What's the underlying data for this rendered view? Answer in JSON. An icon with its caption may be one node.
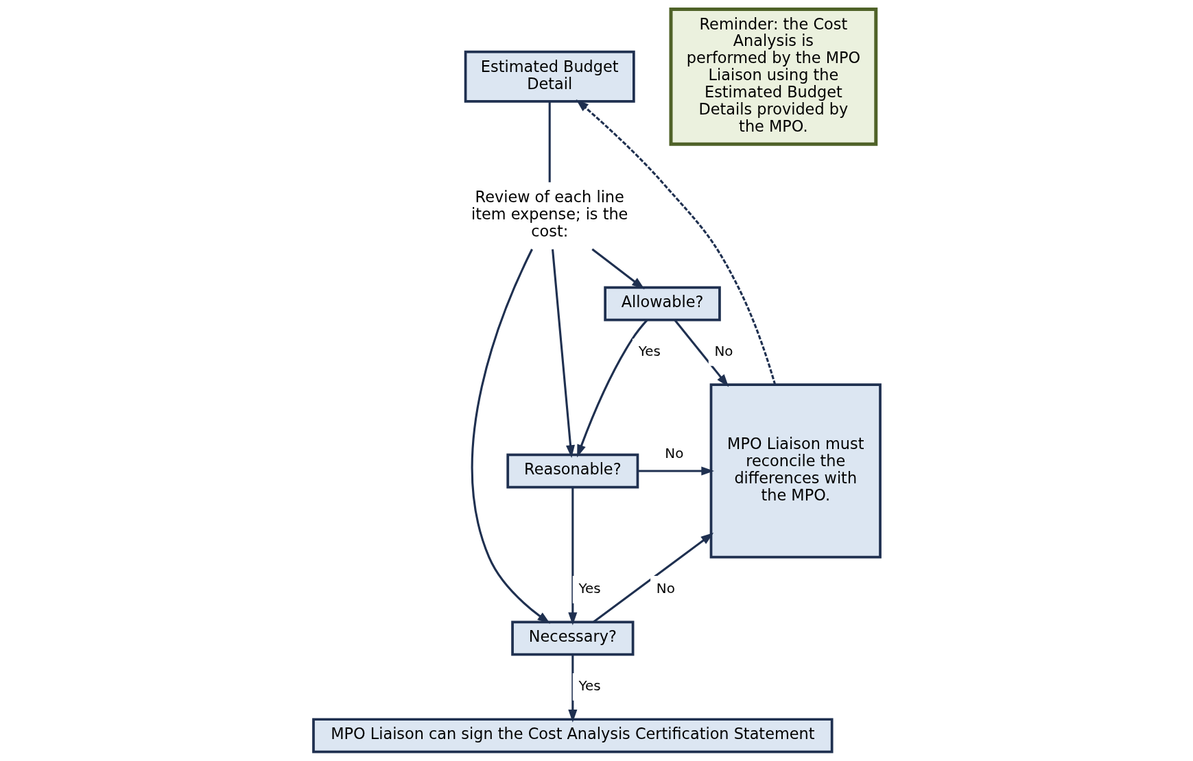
{
  "diagram": {
    "nodes": [
      {
        "text": [
          "Estimated Budget Detail"
        ]
      },
      {
        "text": [
          "Review of each line item expense; is the cost:"
        ]
      },
      {
        "text": [
          "Allowable?"
        ]
      },
      {
        "text": [
          "Reasonable?"
        ]
      },
      {
        "text": [
          "Necessary?"
        ]
      },
      {
        "text": [
          "MPO Liaison must reconcile the differences with the MPO."
        ]
      },
      {
        "text": [
          "MPO Liaison can sign the Cost Analysis Certification Statement"
        ]
      },
      {
        "text": [
          "Reminder: the Cost Analysis is performed by the MPO Liaison using the Estimated Budget Details provided by the MPO."
        ]
      }
    ],
    "edges": [
      {
        "from": 0,
        "to": 1,
        "arrow": "none"
      },
      {
        "from": 1,
        "to": 2,
        "arrow": "to"
      },
      {
        "from": 1,
        "to": 3,
        "arrow": "to"
      },
      {
        "from": 1,
        "to": 4,
        "arrow": "to"
      },
      {
        "from": 2,
        "to": 3,
        "arrow": "to",
        "label": "Yes"
      },
      {
        "from": 3,
        "to": 4,
        "arrow": "to",
        "label": "Yes"
      },
      {
        "from": 4,
        "to": 6,
        "arrow": "to",
        "label": "Yes"
      },
      {
        "from": 2,
        "to": 5,
        "arrow": "to",
        "label": "No"
      },
      {
        "from": 3,
        "to": 5,
        "arrow": "to",
        "label": "No"
      },
      {
        "from": 4,
        "to": 5,
        "arrow": "to",
        "label": "No"
      },
      {
        "from": 5,
        "to": 0,
        "arrow": "to",
        "style": "dashed"
      }
    ]
  }
}
